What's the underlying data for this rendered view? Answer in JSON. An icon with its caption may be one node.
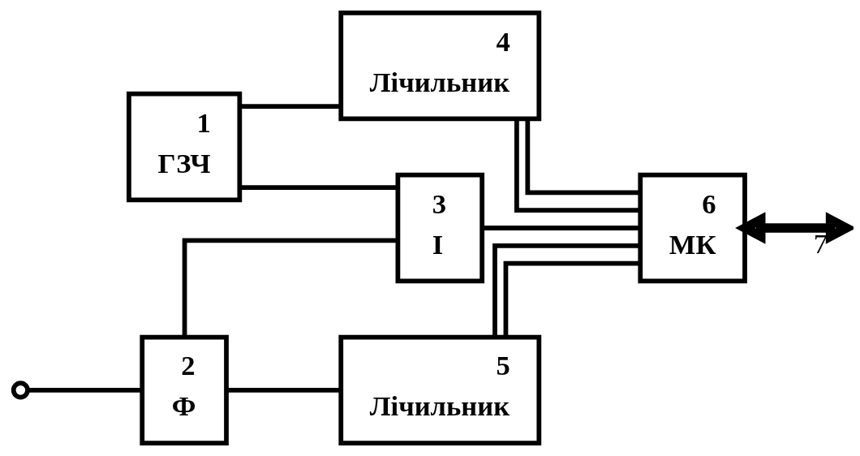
{
  "diagram": {
    "nodes": [
      {
        "text": [
          "1",
          "ГЗЧ"
        ]
      },
      {
        "text": [
          "2",
          "Ф"
        ]
      },
      {
        "text": [
          "3",
          "I"
        ]
      },
      {
        "text": [
          "4",
          "Лічильник"
        ]
      },
      {
        "text": [
          "5",
          "Лічильник"
        ]
      },
      {
        "text": [
          "6",
          "МК"
        ]
      },
      {
        "text": [],
        "shape": "circle"
      }
    ],
    "edges": [
      {
        "from": 6,
        "to": 1,
        "arrow": "none"
      },
      {
        "from": 0,
        "to": 2,
        "arrow": "none"
      },
      {
        "from": 0,
        "to": 3,
        "arrow": "none"
      },
      {
        "from": 1,
        "to": 2,
        "arrow": "none"
      },
      {
        "from": 1,
        "to": 4,
        "arrow": "none"
      },
      {
        "from": 3,
        "to": 5,
        "arrow": "none"
      },
      {
        "from": 2,
        "to": 5,
        "arrow": "none"
      },
      {
        "from": 4,
        "to": 5,
        "arrow": "none"
      },
      {
        "from": 5,
        "to": 3,
        "arrow": "none"
      },
      {
        "from": 5,
        "to": 4,
        "arrow": "none"
      },
      {
        "from": 5,
        "to": null,
        "arrow": "both",
        "label": "7",
        "style": "thick"
      }
    ]
  }
}
